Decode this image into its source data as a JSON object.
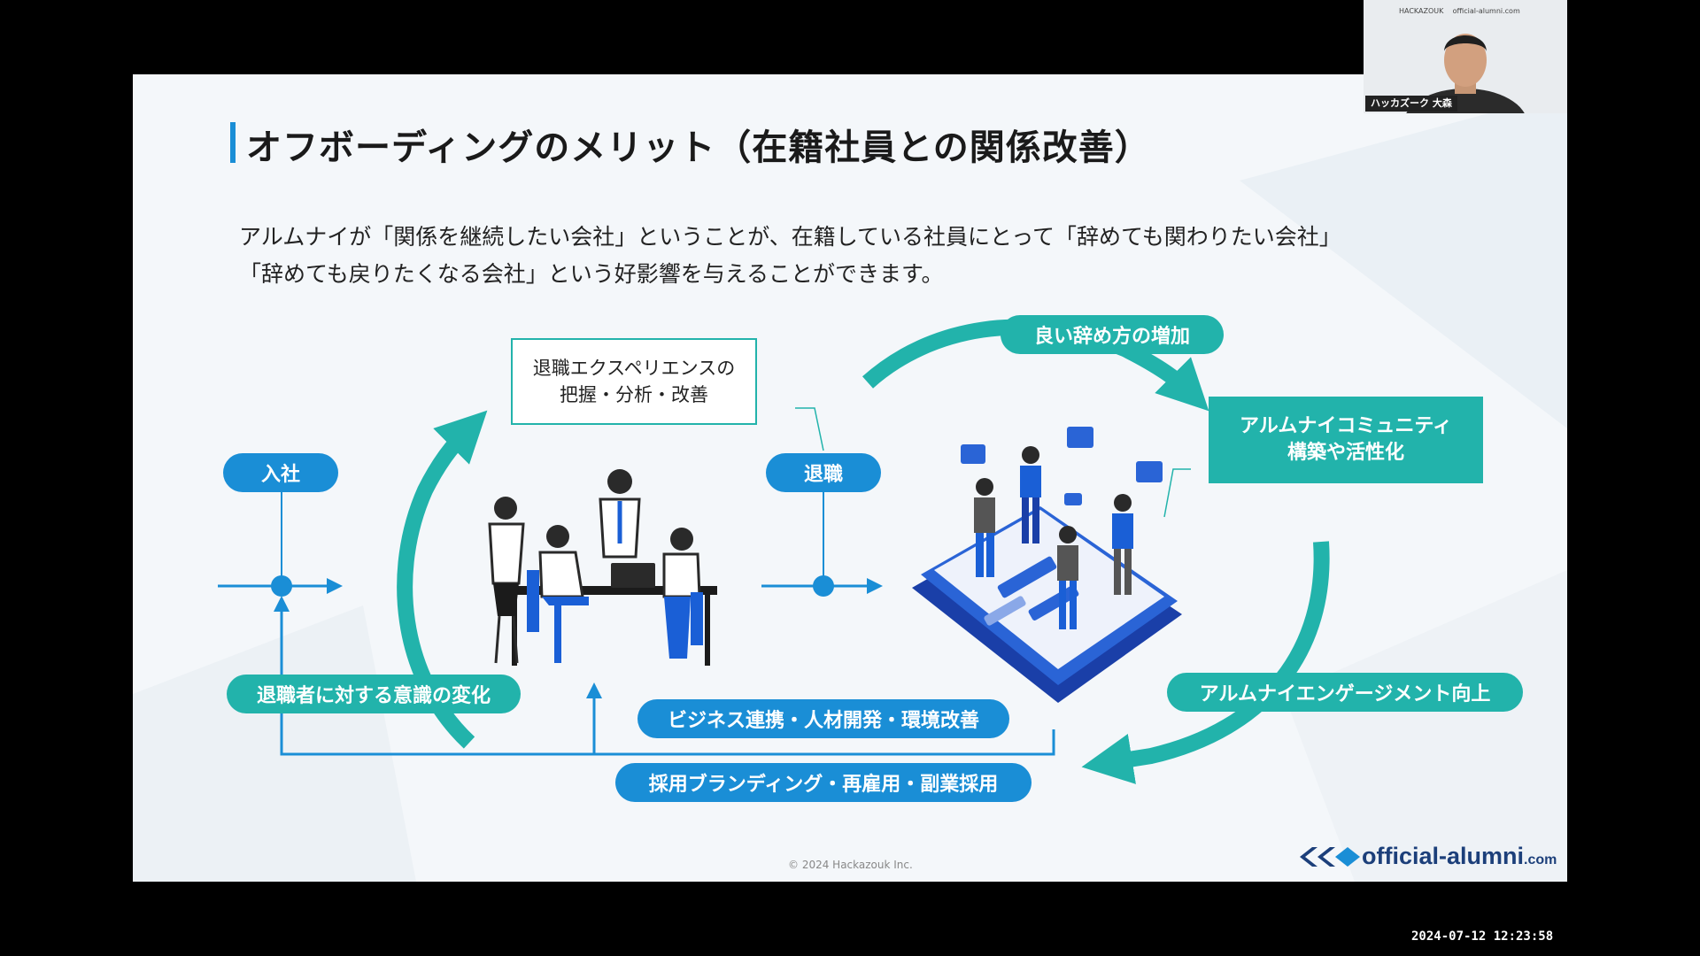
{
  "slide": {
    "title": "オフボーディングのメリット（在籍社員との関係改善）",
    "description_line1": "アルムナイが「関係を継続したい会社」ということが、在籍している社員にとって「辞めても関わりたい会社」",
    "description_line2": "「辞めても戻りたくなる会社」という好影響を与えることができます。",
    "diagram": {
      "join_label": "入社",
      "leave_label": "退職",
      "experience_box_line1": "退職エクスペリエンスの",
      "experience_box_line2": "把握・分析・改善",
      "good_resignation": "良い辞め方の増加",
      "community_line1": "アルムナイコミュニティ",
      "community_line2": "構築や活性化",
      "engagement": "アルムナイエンゲージメント向上",
      "awareness": "退職者に対する意識の変化",
      "business": "ビジネス連携・人材開発・環境改善",
      "recruiting": "採用ブランディング・再雇用・副業採用"
    },
    "copyright": "© 2024 Hackazouk Inc.",
    "logo_text": "official-alumni",
    "logo_domain": ".com",
    "colors": {
      "blue": "#1a8ed6",
      "teal": "#22b3ab",
      "navy": "#1c3f7a"
    }
  },
  "webcam": {
    "brand_left": "HACKAZOUK",
    "brand_right": "official-alumni.com",
    "name_label": "ハッカズーク 大森"
  },
  "timestamp": "2024-07-12  12:23:58"
}
